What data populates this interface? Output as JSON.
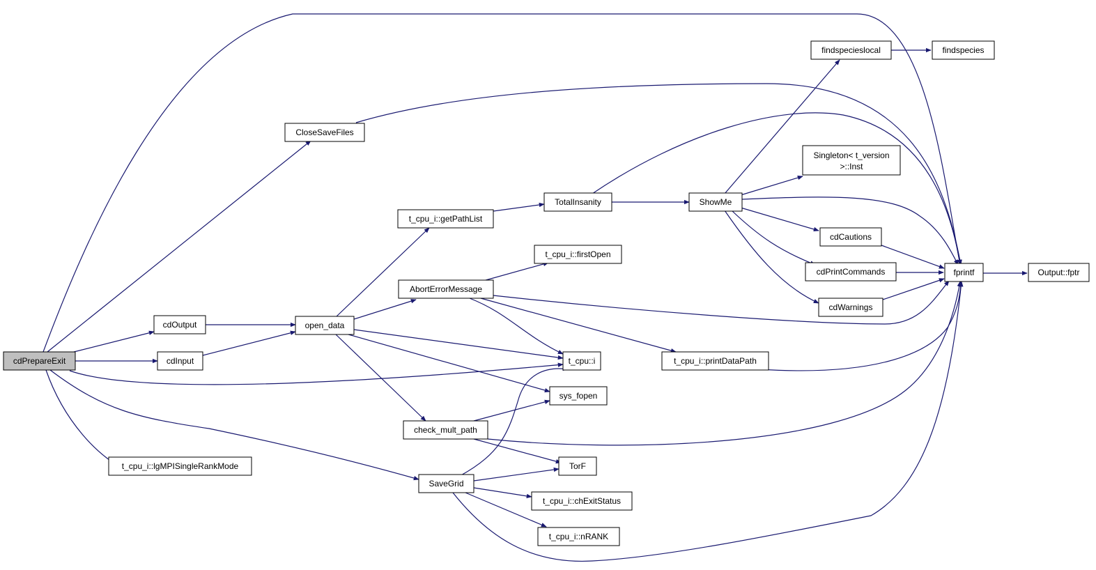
{
  "diagram": {
    "colors": {
      "edge": "#191970",
      "node_fill": "#ffffff",
      "root_fill": "#bfbfbf",
      "node_stroke": "#000000"
    },
    "nodes": {
      "cdPrepareExit": "cdPrepareExit",
      "CloseSaveFiles": "CloseSaveFiles",
      "cdOutput": "cdOutput",
      "cdInput": "cdInput",
      "open_data": "open_data",
      "lgMPISingleRankMode": "t_cpu_i::lgMPISingleRankMode",
      "SaveGrid": "SaveGrid",
      "getPathList": "t_cpu_i::getPathList",
      "AbortErrorMessage": "AbortErrorMessage",
      "check_mult_path": "check_mult_path",
      "TotalInsanity": "TotalInsanity",
      "firstOpen": "t_cpu_i::firstOpen",
      "t_cpu_i_op": "t_cpu::i",
      "sys_fopen": "sys_fopen",
      "TorF": "TorF",
      "chExitStatus": "t_cpu_i::chExitStatus",
      "nRANK": "t_cpu_i::nRANK",
      "ShowMe": "ShowMe",
      "printDataPath": "t_cpu_i::printDataPath",
      "findspecieslocal": "findspecieslocal",
      "Singleton_line1": "Singleton< t_version",
      "Singleton_line2": ">::Inst",
      "cdCautions": "cdCautions",
      "cdPrintCommands": "cdPrintCommands",
      "cdWarnings": "cdWarnings",
      "findspecies": "findspecies",
      "fprintf": "fprintf",
      "Output_fptr": "Output::fptr"
    }
  }
}
